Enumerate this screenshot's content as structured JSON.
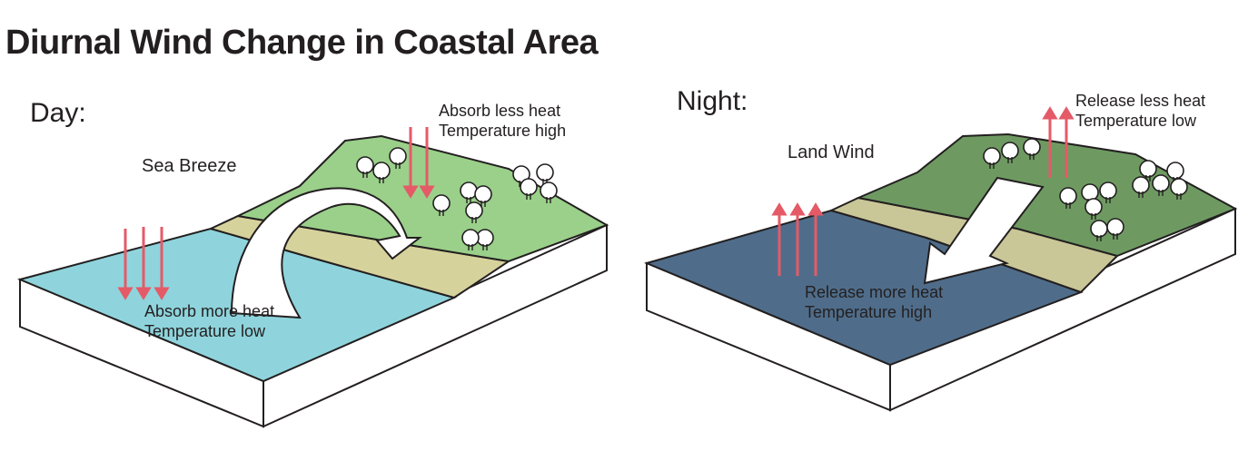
{
  "title": "Diurnal Wind Change in Coastal Area",
  "day": {
    "label": "Day:",
    "wind_label": "Sea Breeze",
    "land_text": [
      "Absorb less heat",
      "Temperature high"
    ],
    "sea_text": [
      "Absorb more heat",
      "Temperature low"
    ],
    "colors": {
      "sea": "#8fd4dc",
      "land": "#9ad08a",
      "beach": "#d6d29c"
    }
  },
  "night": {
    "label": "Night:",
    "wind_label": "Land Wind",
    "land_text": [
      "Release less heat",
      "Temperature low"
    ],
    "sea_text": [
      "Release more heat",
      "Temperature high"
    ],
    "colors": {
      "sea": "#4f6d8a",
      "land": "#6e9a62",
      "beach": "#c9c698"
    }
  },
  "arrow_color": "#e55a67",
  "icons": [
    "tree-icon",
    "heat-arrow-icon",
    "wind-arrow-icon"
  ]
}
